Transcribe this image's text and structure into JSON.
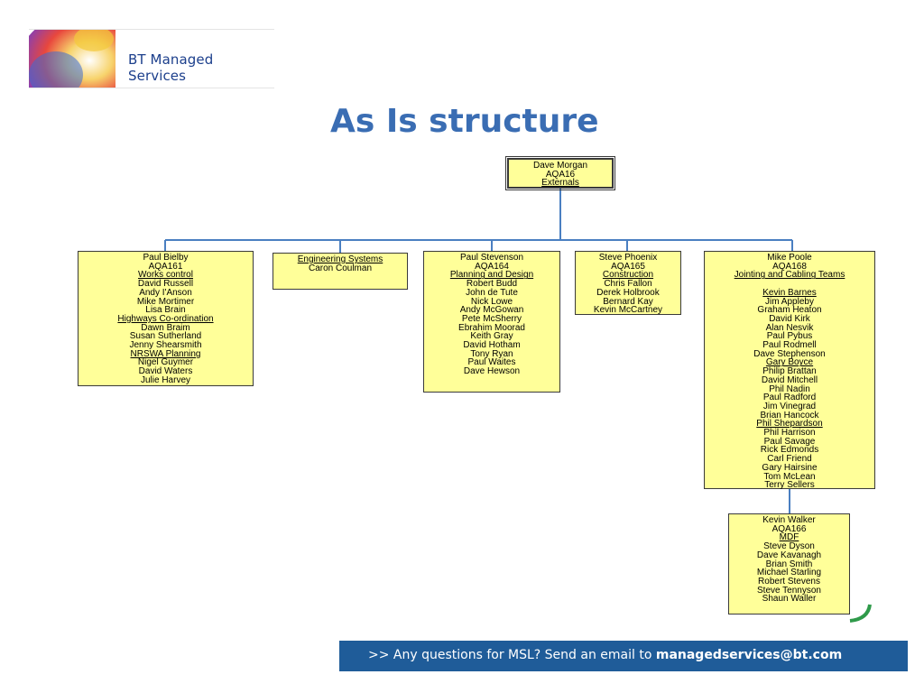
{
  "brand": {
    "name": "BT Managed Services"
  },
  "title": "As Is structure",
  "org": {
    "top": {
      "lines": [
        "Dave Morgan",
        "AQA16",
        "Externals"
      ],
      "underline": [
        2
      ]
    },
    "units": [
      {
        "id": "bielby",
        "lines": [
          "Paul Bielby",
          "AQA161",
          "Works control",
          "David Russell",
          "Andy I'Anson",
          "Mike Mortimer",
          "Lisa Brain",
          "Highways Co-ordination",
          "Dawn Braim",
          "Susan Sutherland",
          "Jenny Shearsmith",
          "NRSWA Planning",
          "Nigel Guymer",
          "David Waters",
          "Julie Harvey"
        ],
        "underline": [
          2,
          7,
          11
        ]
      },
      {
        "id": "engineering",
        "lines": [
          "Engineering Systems",
          "Caron Coulman"
        ],
        "underline": [
          0
        ]
      },
      {
        "id": "stevenson",
        "lines": [
          "Paul Stevenson",
          "AQA164",
          "Planning and Design",
          "Robert Budd",
          "John de Tute",
          "Nick Lowe",
          "Andy McGowan",
          "Pete McSherry",
          "Ebrahim Moorad",
          "Keith Gray",
          "David Hotham",
          "Tony Ryan",
          "Paul Waites",
          "Dave Hewson"
        ],
        "underline": [
          2
        ]
      },
      {
        "id": "phoenix",
        "lines": [
          "Steve Phoenix",
          "AQA165",
          "Construction",
          "Chris Fallon",
          "Derek Holbrook",
          "Bernard Kay",
          "Kevin McCartney"
        ],
        "underline": [
          2
        ]
      },
      {
        "id": "poole",
        "lines": [
          "Mike Poole",
          "AQA168",
          "Jointing and Cabling Teams",
          "",
          "Kevin Barnes",
          "Jim Appleby",
          "Graham Heaton",
          "David Kirk",
          "Alan Nesvik",
          "Paul Pybus",
          "Paul Rodmell",
          "Dave Stephenson",
          "Gary Boyce",
          "Philip Brattan",
          "David Mitchell",
          "Phil Nadin",
          "Paul Radford",
          "Jim Vinegrad",
          "Brian Hancock",
          "Phil Shepardson",
          "Phil Harrison",
          "Paul Savage",
          "Rick Edmonds",
          "Carl Friend",
          "Gary Hairsine",
          "Tom McLean",
          "Terry Sellers"
        ],
        "underline": [
          2,
          4,
          12,
          19
        ]
      }
    ],
    "sub": {
      "id": "walker",
      "lines": [
        "Kevin Walker",
        "AQA166",
        "MDF",
        "Steve Dyson",
        "Dave Kavanagh",
        "Brian Smith",
        "Michael Starling",
        "Robert Stevens",
        "Steve Tennyson",
        "Shaun Waller"
      ],
      "underline": [
        2
      ]
    }
  },
  "footer": {
    "prefix": ">> Any questions for MSL? Send an email to ",
    "email": "managedservices@bt.com"
  },
  "colors": {
    "box_fill": "#ffff99",
    "connector": "#4a7fc1",
    "title": "#3a6db3",
    "footer_bg": "#1f5c99"
  }
}
